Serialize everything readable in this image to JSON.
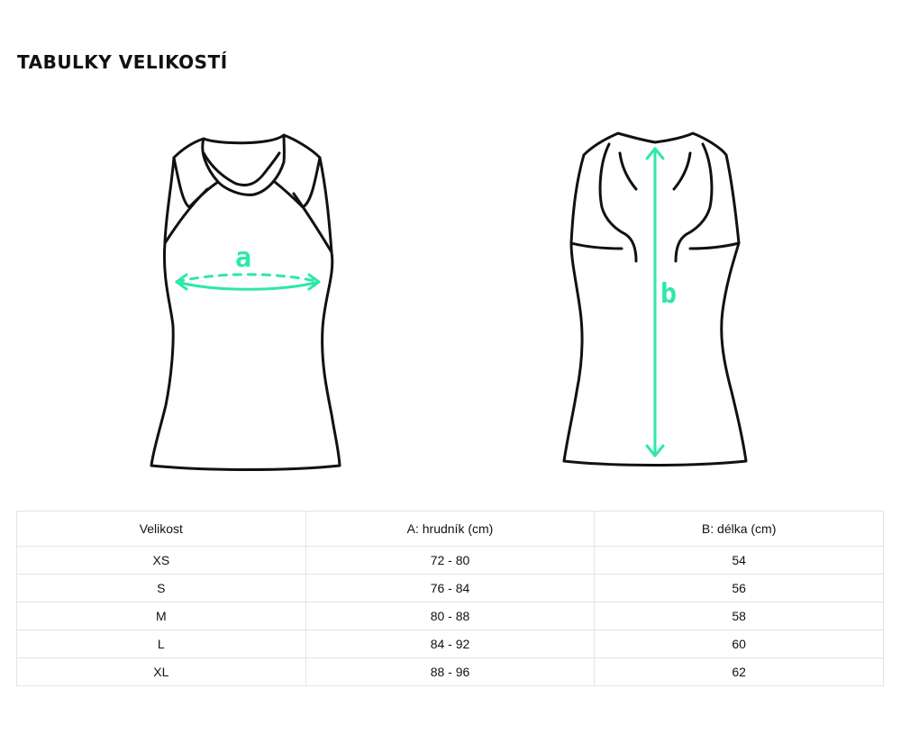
{
  "page": {
    "title": "TABULKY VELIKOSTÍ"
  },
  "colors": {
    "outline": "#111111",
    "accent": "#2ee8a8"
  },
  "diagram": {
    "front_label": "a",
    "back_label": "b"
  },
  "table": {
    "headers": [
      "Velikost",
      "A: hrudník (cm)",
      "B: délka (cm)"
    ],
    "rows": [
      [
        "XS",
        "72 - 80",
        "54"
      ],
      [
        "S",
        "76 - 84",
        "56"
      ],
      [
        "M",
        "80 - 88",
        "58"
      ],
      [
        "L",
        "84 - 92",
        "60"
      ],
      [
        "XL",
        "88 - 96",
        "62"
      ]
    ]
  }
}
